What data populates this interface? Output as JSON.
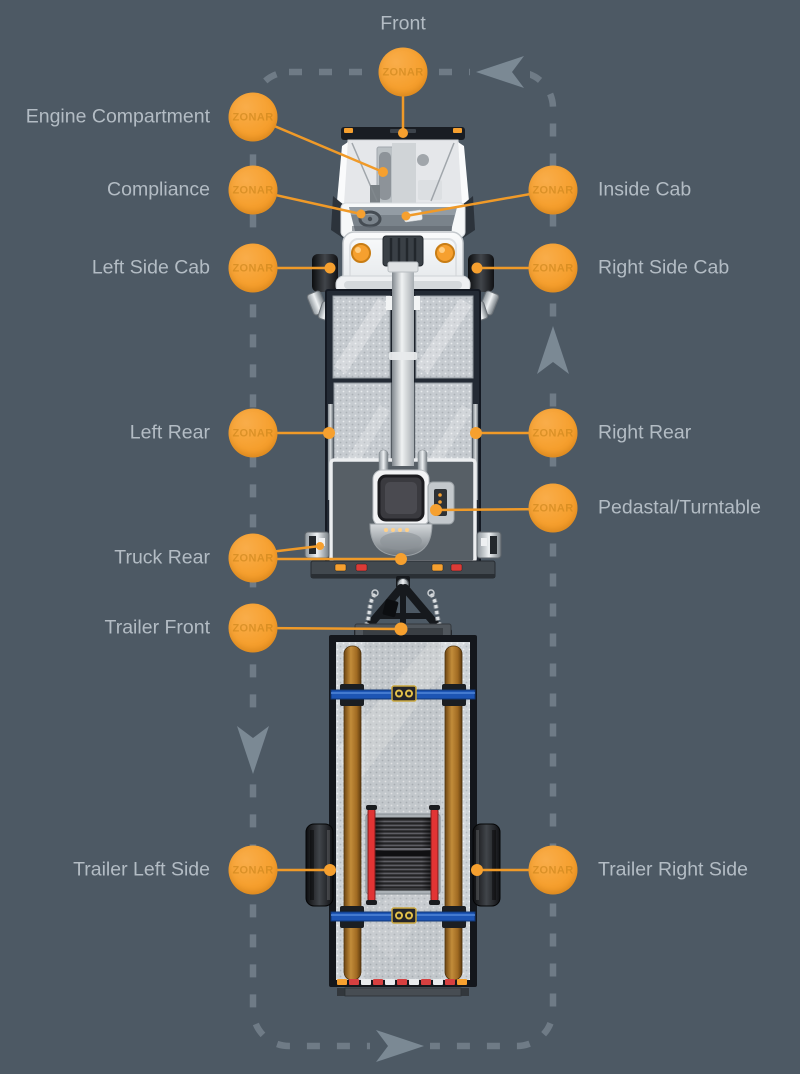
{
  "watermark": "ZONAR",
  "colors": {
    "background": "#4d5964",
    "accent_orange": "#f6a02f",
    "route_dash": "#6f7b86",
    "route_arrow": "#7b8994",
    "label_text": "#b3bcc4"
  },
  "route": {
    "style": "dashed rounded rectangle",
    "arrows": [
      "top:pointing-left",
      "right:pointing-up",
      "left:pointing-down",
      "bottom:pointing-right"
    ]
  },
  "points": [
    {
      "label": "Front",
      "side": "top"
    },
    {
      "label": "Engine Compartment",
      "side": "left"
    },
    {
      "label": "Compliance",
      "side": "left"
    },
    {
      "label": "Inside Cab",
      "side": "right"
    },
    {
      "label": "Left Side Cab",
      "side": "left"
    },
    {
      "label": "Right Side Cab",
      "side": "right"
    },
    {
      "label": "Left Rear",
      "side": "left"
    },
    {
      "label": "Right Rear",
      "side": "right"
    },
    {
      "label": "Pedastal/Turntable",
      "side": "right"
    },
    {
      "label": "Truck Rear",
      "side": "left"
    },
    {
      "label": "Trailer Front",
      "side": "left"
    },
    {
      "label": "Trailer Left Side",
      "side": "left"
    },
    {
      "label": "Trailer Right Side",
      "side": "right"
    }
  ],
  "vehicle": {
    "type": "tow truck (top view) with pole trailer",
    "trailer_cargo": [
      "two wooden poles",
      "cable reel",
      "two blue tie-down straps"
    ]
  }
}
